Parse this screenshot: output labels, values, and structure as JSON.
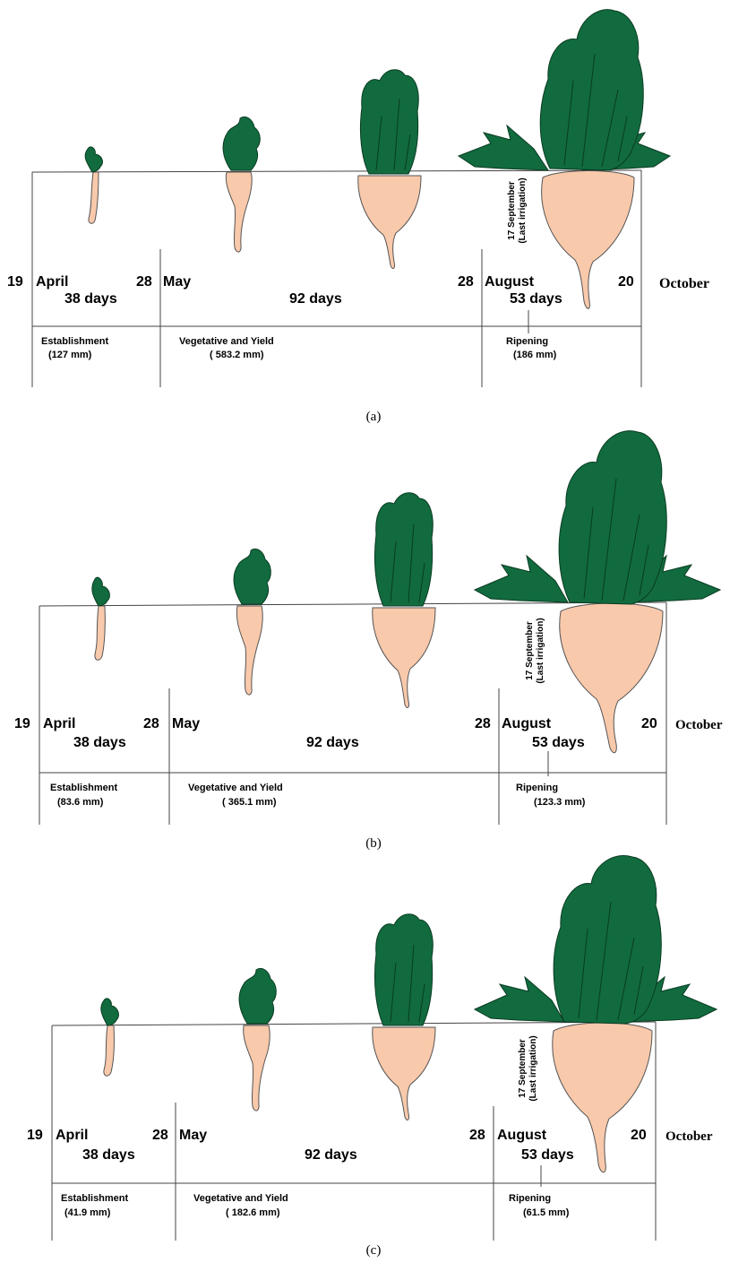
{
  "panels": [
    {
      "caption": "(a)",
      "dates": {
        "start_day": "19",
        "start_month": "April",
        "may_day": "28",
        "may_month": "May",
        "aug_day": "28",
        "aug_month": "August",
        "end_day": "20",
        "end_month": "October"
      },
      "durations": {
        "establishment": "38 days",
        "vegetative": "92 days",
        "ripening": "53 days"
      },
      "stages": {
        "establishment": {
          "name": "Establishment",
          "water": "(127 mm)"
        },
        "vegetative": {
          "name": "Vegetative and Yield",
          "water": "( 583.2 mm)"
        },
        "ripening": {
          "name": "Ripening",
          "water": "(186 mm)"
        }
      },
      "last_irrigation": {
        "date": "17 September",
        "note": "(Last irrigation)"
      }
    },
    {
      "caption": "(b)",
      "dates": {
        "start_day": "19",
        "start_month": "April",
        "may_day": "28",
        "may_month": "May",
        "aug_day": "28",
        "aug_month": "August",
        "end_day": "20",
        "end_month": "October"
      },
      "durations": {
        "establishment": "38 days",
        "vegetative": "92 days",
        "ripening": "53 days"
      },
      "stages": {
        "establishment": {
          "name": "Establishment",
          "water": "(83.6 mm)"
        },
        "vegetative": {
          "name": "Vegetative and Yield",
          "water": "( 365.1 mm)"
        },
        "ripening": {
          "name": "Ripening",
          "water": "(123.3 mm)"
        }
      },
      "last_irrigation": {
        "date": "17 September",
        "note": "(Last irrigation)"
      }
    },
    {
      "caption": "(c)",
      "dates": {
        "start_day": "19",
        "start_month": "April",
        "may_day": "28",
        "may_month": "May",
        "aug_day": "28",
        "aug_month": "August",
        "end_day": "20",
        "end_month": "October"
      },
      "durations": {
        "establishment": "38 days",
        "vegetative": "92 days",
        "ripening": "53 days"
      },
      "stages": {
        "establishment": {
          "name": "Establishment",
          "water": "(41.9 mm)"
        },
        "vegetative": {
          "name": "Vegetative and Yield",
          "water": "( 182.6 mm)"
        },
        "ripening": {
          "name": "Ripening",
          "water": "(61.5 mm)"
        }
      },
      "last_irrigation": {
        "date": "17 September",
        "note": "(Last irrigation)"
      }
    }
  ],
  "colors": {
    "leaf": "#116b3e",
    "root": "#f9c9ab",
    "line": "#333333"
  }
}
